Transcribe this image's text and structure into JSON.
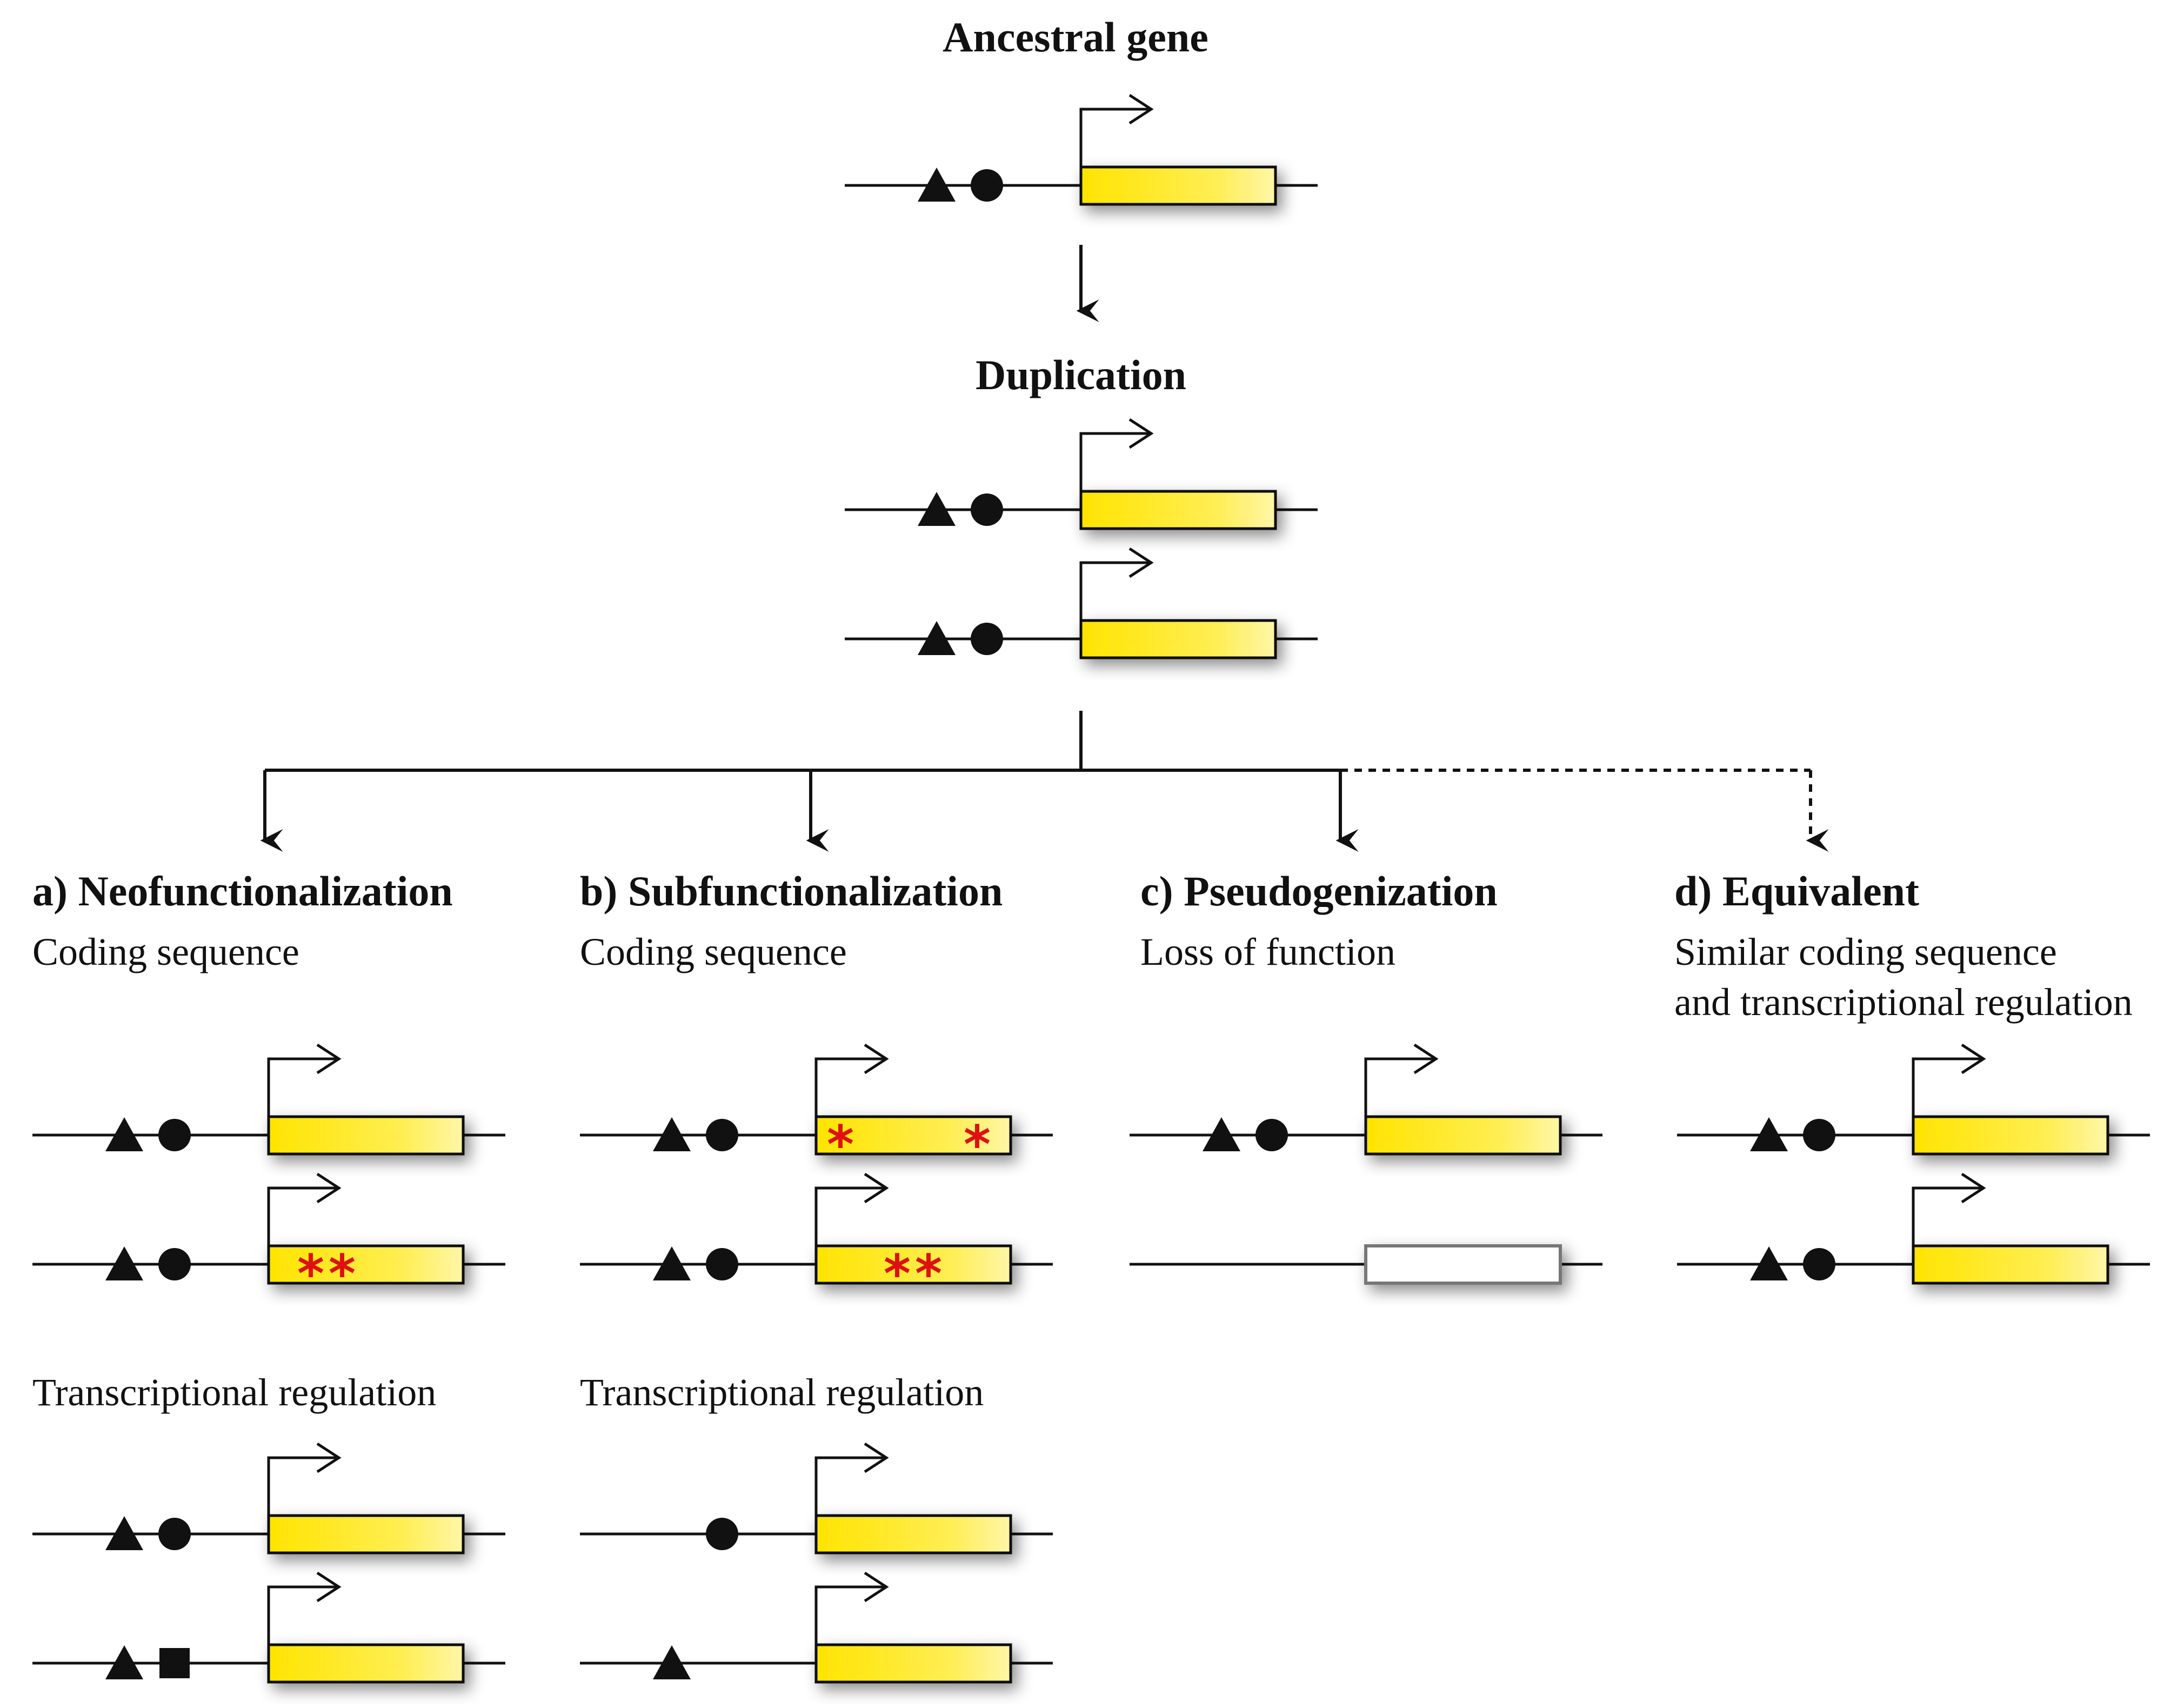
{
  "header": {
    "ancestral_title": "Ancestral gene",
    "duplication_title": "Duplication"
  },
  "panels": {
    "a": {
      "title": "a) Neofunctionalization",
      "subtitle1": "Coding sequence",
      "subtitle2": "Transcriptional regulation"
    },
    "b": {
      "title": "b) Subfunctionalization",
      "subtitle1": "Coding sequence",
      "subtitle2": "Transcriptional regulation"
    },
    "c": {
      "title": "c) Pseudogenization",
      "subtitle1": "Loss of function"
    },
    "d": {
      "title": "d) Equivalent",
      "subtitle1": "Similar coding sequence",
      "subtitle2": "and transcriptional regulation"
    }
  },
  "mutation_mark": "*",
  "colors": {
    "gene_box": "#ffe400",
    "gene_box_light": "#fff6a8",
    "mutation": "#dd1111",
    "line": "#111111",
    "pseudogene_border": "#777777"
  },
  "element_icons": [
    "triangle-element",
    "circle-element",
    "square-element"
  ]
}
